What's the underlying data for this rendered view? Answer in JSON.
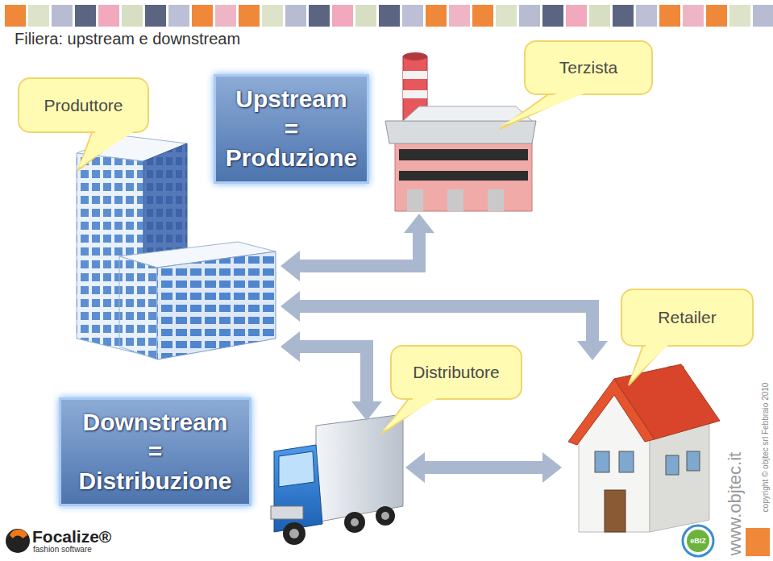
{
  "diagram": {
    "title": "Filiera: upstream e downstream",
    "nodes": [
      {
        "text": [
          "Produttore"
        ]
      },
      {
        "text": [
          "Upstream = Produzione"
        ]
      },
      {
        "text": [
          "Terzista"
        ]
      },
      {
        "text": [
          "Retailer"
        ]
      },
      {
        "text": [
          "Distributore"
        ]
      },
      {
        "text": [
          "Downstream = Distribuzione"
        ]
      }
    ],
    "edges": [
      {
        "from": 0,
        "to": 2,
        "arrow": "both"
      },
      {
        "from": 0,
        "to": 3,
        "arrow": "both"
      },
      {
        "from": 0,
        "to": 4,
        "arrow": "both"
      },
      {
        "from": 4,
        "to": 3,
        "arrow": "both"
      }
    ],
    "labels": [
      "www.objtec.it",
      "copyright © objtec srl Febbraio 2010",
      "Focalize®",
      "fashion software",
      "eBIZ"
    ]
  }
}
